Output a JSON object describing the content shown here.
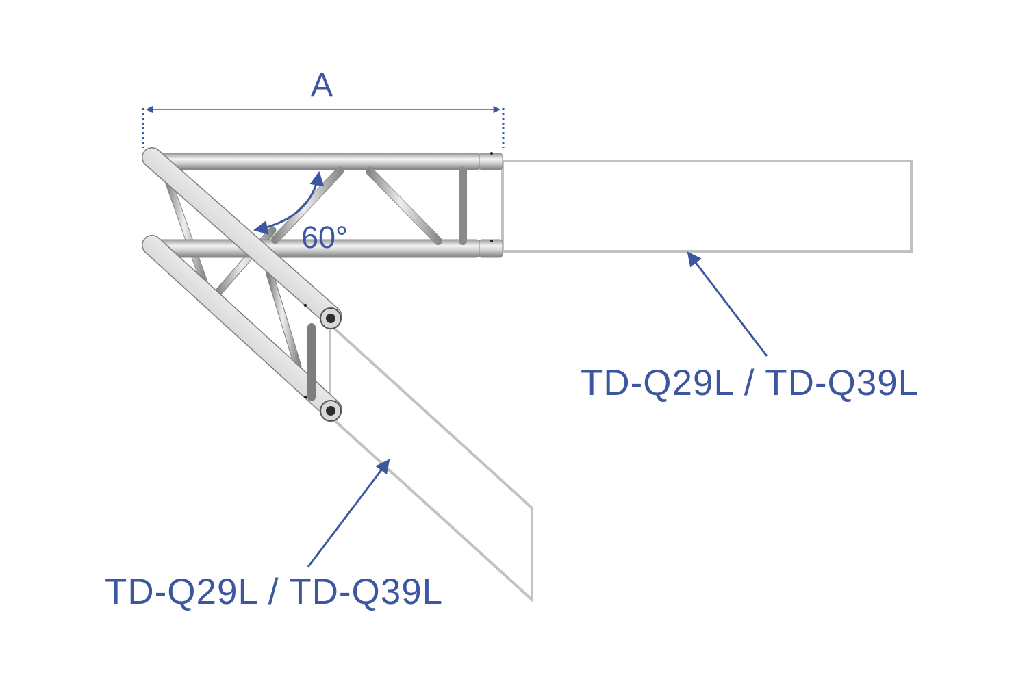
{
  "diagram": {
    "dimension_label": "A",
    "angle_label": "60°",
    "callout_right": "TD-Q29L / TD-Q39L",
    "callout_bottom": "TD-Q29L / TD-Q39L",
    "colors": {
      "annotation": "#3d56a0",
      "placeholder_outline": "#c2c2c2",
      "tube_light": "#f3f3f3",
      "tube_mid": "#c4c4c4",
      "tube_dark": "#8a8a8a"
    },
    "icons": {
      "truss": "two-way-corner-truss-60-deg",
      "dimension": "dimension-line-with-arrows",
      "angle": "curved-angle-arrow"
    }
  }
}
